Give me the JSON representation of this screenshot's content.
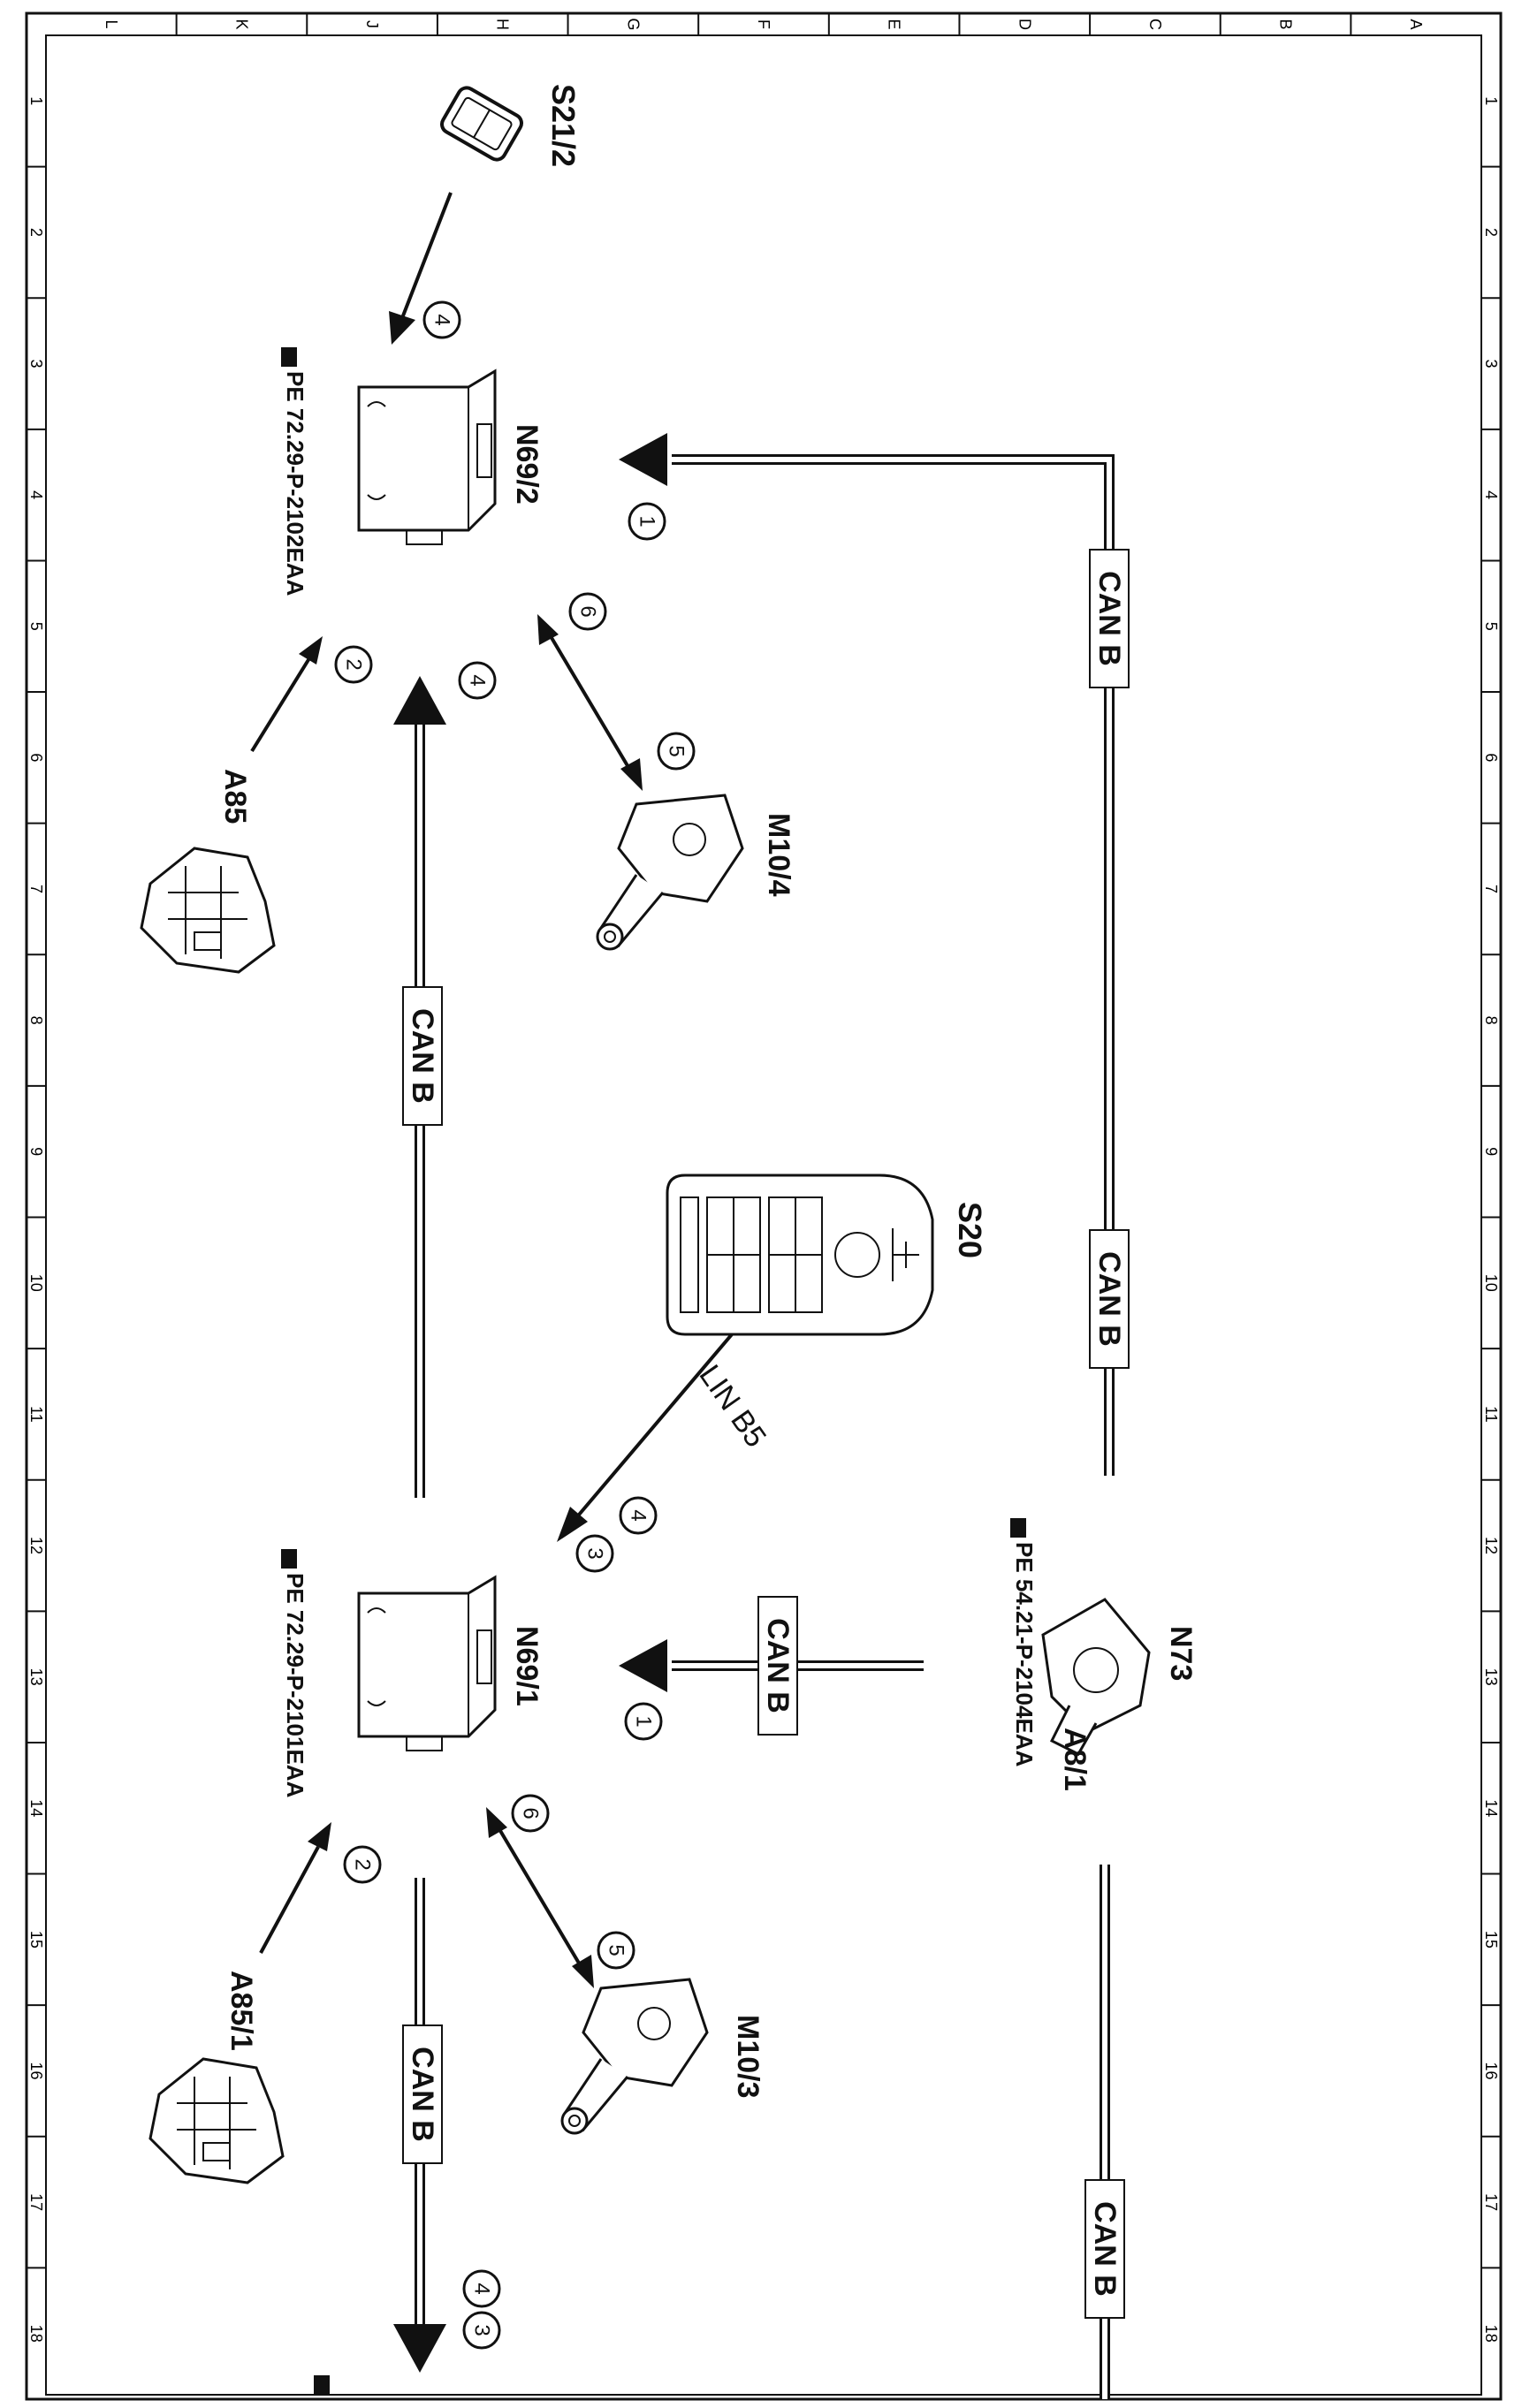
{
  "grid": {
    "columns": [
      "L",
      "K",
      "J",
      "H",
      "G",
      "F",
      "E",
      "D",
      "C",
      "B",
      "A"
    ],
    "rows": [
      "1",
      "2",
      "3",
      "4",
      "5",
      "6",
      "7",
      "8",
      "9",
      "10",
      "11",
      "12",
      "13",
      "14",
      "15",
      "16",
      "17",
      "18"
    ]
  },
  "components": {
    "s21_2": "S21/2",
    "n69_2": "N69/2",
    "n69_1": "N69/1",
    "a85": "A85",
    "a85_1": "A85/1",
    "m10_4": "M10/4",
    "m10_3": "M10/3",
    "s20": "S20",
    "n73": "N73",
    "a8_1": "A8/1"
  },
  "references": {
    "n69_2_ref": "PE 72.29-P-2102EAA",
    "n69_1_ref": "PE 72.29-P-2101EAA",
    "n73_ref": "PE 54.21-P-2104EAA"
  },
  "bus": {
    "can_b": "CAN B",
    "lin_b5": "LIN B5"
  },
  "steps": {
    "one": "1",
    "two": "2",
    "three": "3",
    "four": "4",
    "five": "5",
    "six": "6"
  }
}
